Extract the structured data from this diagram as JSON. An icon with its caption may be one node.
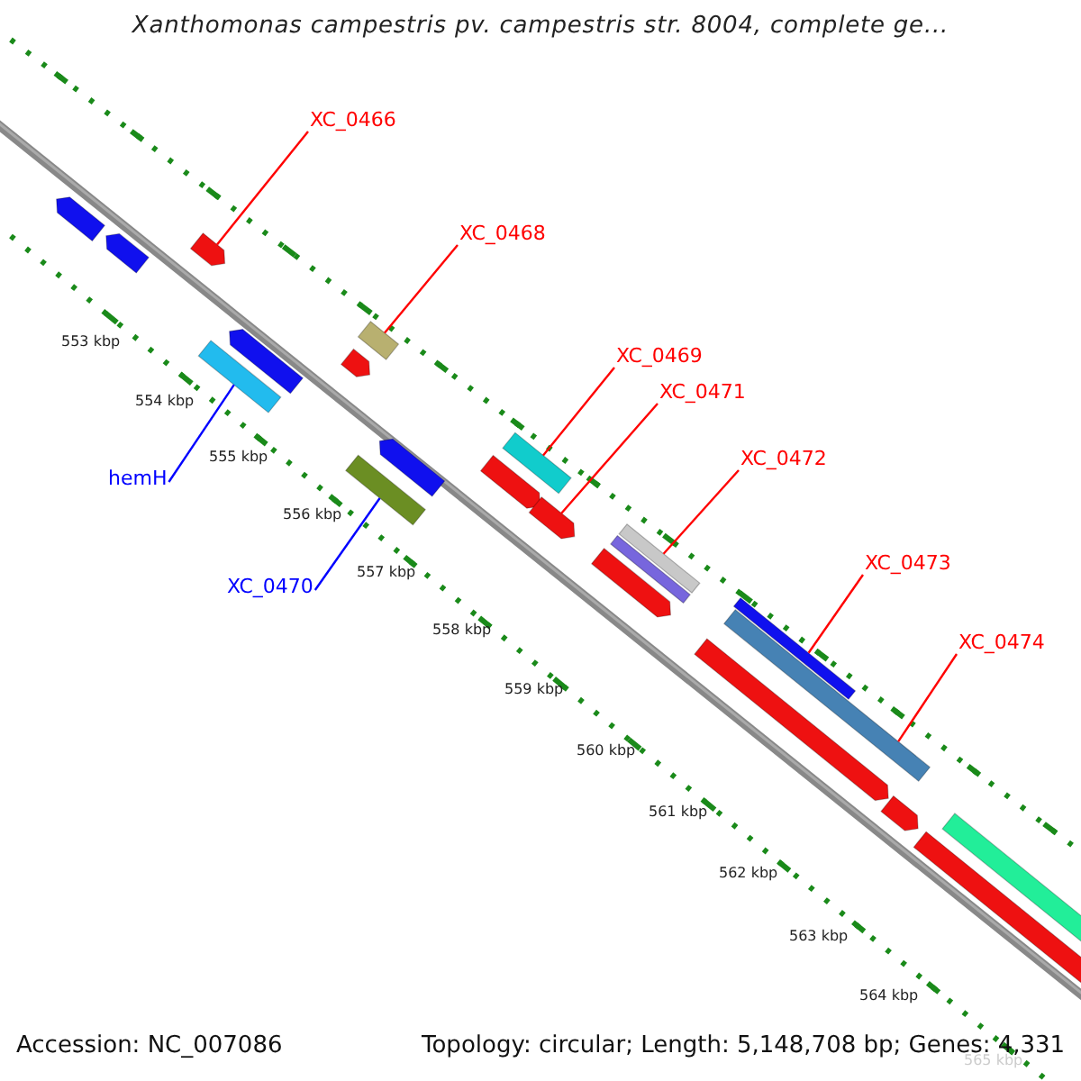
{
  "diagram": {
    "title": "Xanthomonas campestris pv. campestris str. 8004, complete ge...",
    "nodes": [
      {
        "text": [
          "XC_0466"
        ]
      },
      {
        "text": [
          "XC_0468"
        ]
      },
      {
        "text": [
          "XC_0469"
        ]
      },
      {
        "text": [
          "XC_0471"
        ]
      },
      {
        "text": [
          "XC_0472"
        ]
      },
      {
        "text": [
          "XC_0473"
        ]
      },
      {
        "text": [
          "XC_0474"
        ]
      },
      {
        "text": [
          "hemH"
        ]
      },
      {
        "text": [
          "XC_0470"
        ]
      },
      {
        "text": [],
        "shape": "arrow"
      },
      {
        "text": [],
        "shape": "arrow"
      },
      {
        "text": [],
        "shape": "arrow"
      },
      {
        "text": [],
        "shape": "bar"
      },
      {
        "text": [],
        "shape": "arrow"
      },
      {
        "text": [],
        "shape": "arrow"
      },
      {
        "text": [],
        "shape": "bar"
      },
      {
        "text": [],
        "shape": "bar"
      },
      {
        "text": [],
        "shape": "arrow"
      },
      {
        "text": [],
        "shape": "arrow"
      },
      {
        "text": [],
        "shape": "bar"
      },
      {
        "text": [],
        "shape": "arrow"
      },
      {
        "text": [],
        "shape": "arrow"
      },
      {
        "text": [],
        "shape": "bar"
      },
      {
        "text": [],
        "shape": "bar"
      },
      {
        "text": [],
        "shape": "bar"
      },
      {
        "text": [],
        "shape": "arrow"
      },
      {
        "text": [],
        "shape": "bar"
      },
      {
        "text": [],
        "shape": "arrow"
      },
      {
        "text": [],
        "shape": "arrow"
      },
      {
        "text": [],
        "shape": "bar"
      }
    ],
    "edges": [
      {
        "from": 0,
        "to": 11,
        "arrow": "none"
      },
      {
        "from": 1,
        "to": 15,
        "arrow": "none"
      },
      {
        "from": 2,
        "to": 19,
        "arrow": "none"
      },
      {
        "from": 3,
        "to": 20,
        "arrow": "none"
      },
      {
        "from": 4,
        "to": 23,
        "arrow": "none"
      },
      {
        "from": 5,
        "to": 24,
        "arrow": "none"
      },
      {
        "from": 6,
        "to": 26,
        "arrow": "none"
      },
      {
        "from": 7,
        "to": 12,
        "arrow": "none",
        "color": "#0000ff"
      },
      {
        "from": 8,
        "to": 16,
        "arrow": "none",
        "color": "#0000ff"
      }
    ],
    "labels": [
      "553 kbp",
      "554 kbp",
      "555 kbp",
      "556 kbp",
      "557 kbp",
      "558 kbp",
      "559 kbp",
      "560 kbp",
      "561 kbp",
      "562 kbp",
      "563 kbp",
      "564 kbp",
      "565 kbp",
      "Accession: NC_007086",
      "Topology: circular; Length: 5,148,708 bp; Genes: 4,331"
    ]
  }
}
